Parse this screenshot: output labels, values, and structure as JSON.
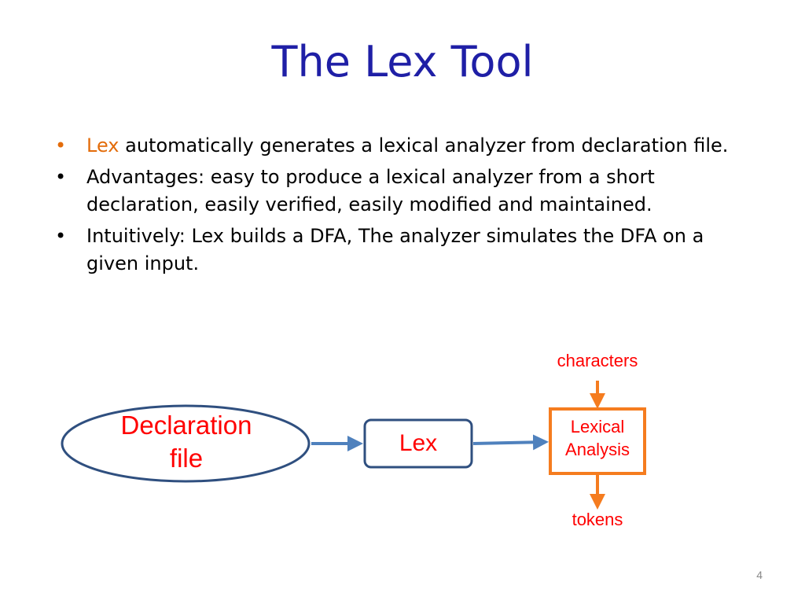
{
  "title": "The Lex Tool",
  "bullets": [
    {
      "symbol": "•",
      "lead": "Lex",
      "text": " automatically generates a lexical analyzer from declaration file."
    },
    {
      "symbol": "•",
      "text": "Advantages: easy to produce a lexical analyzer from a short declaration, easily verified, easily modified and maintained."
    },
    {
      "symbol": "•",
      "text": "Intuitively: Lex builds a DFA, The analyzer simulates the DFA on a given input."
    }
  ],
  "diagram": {
    "declaration": {
      "line1": "Declaration",
      "line2": "file"
    },
    "lex_box": "Lex",
    "lexical_box": {
      "line1": "Lexical",
      "line2": "Analysis"
    },
    "input_label": "characters",
    "output_label": "tokens"
  },
  "colors": {
    "title": "#1f1fa6",
    "accent": "#e36c0a",
    "diagram_text": "#ff0000",
    "shape_stroke": "#2f4f7f",
    "arrow_blue": "#4f81bd",
    "lexical_orange": "#f57c1f"
  },
  "page_number": "4"
}
